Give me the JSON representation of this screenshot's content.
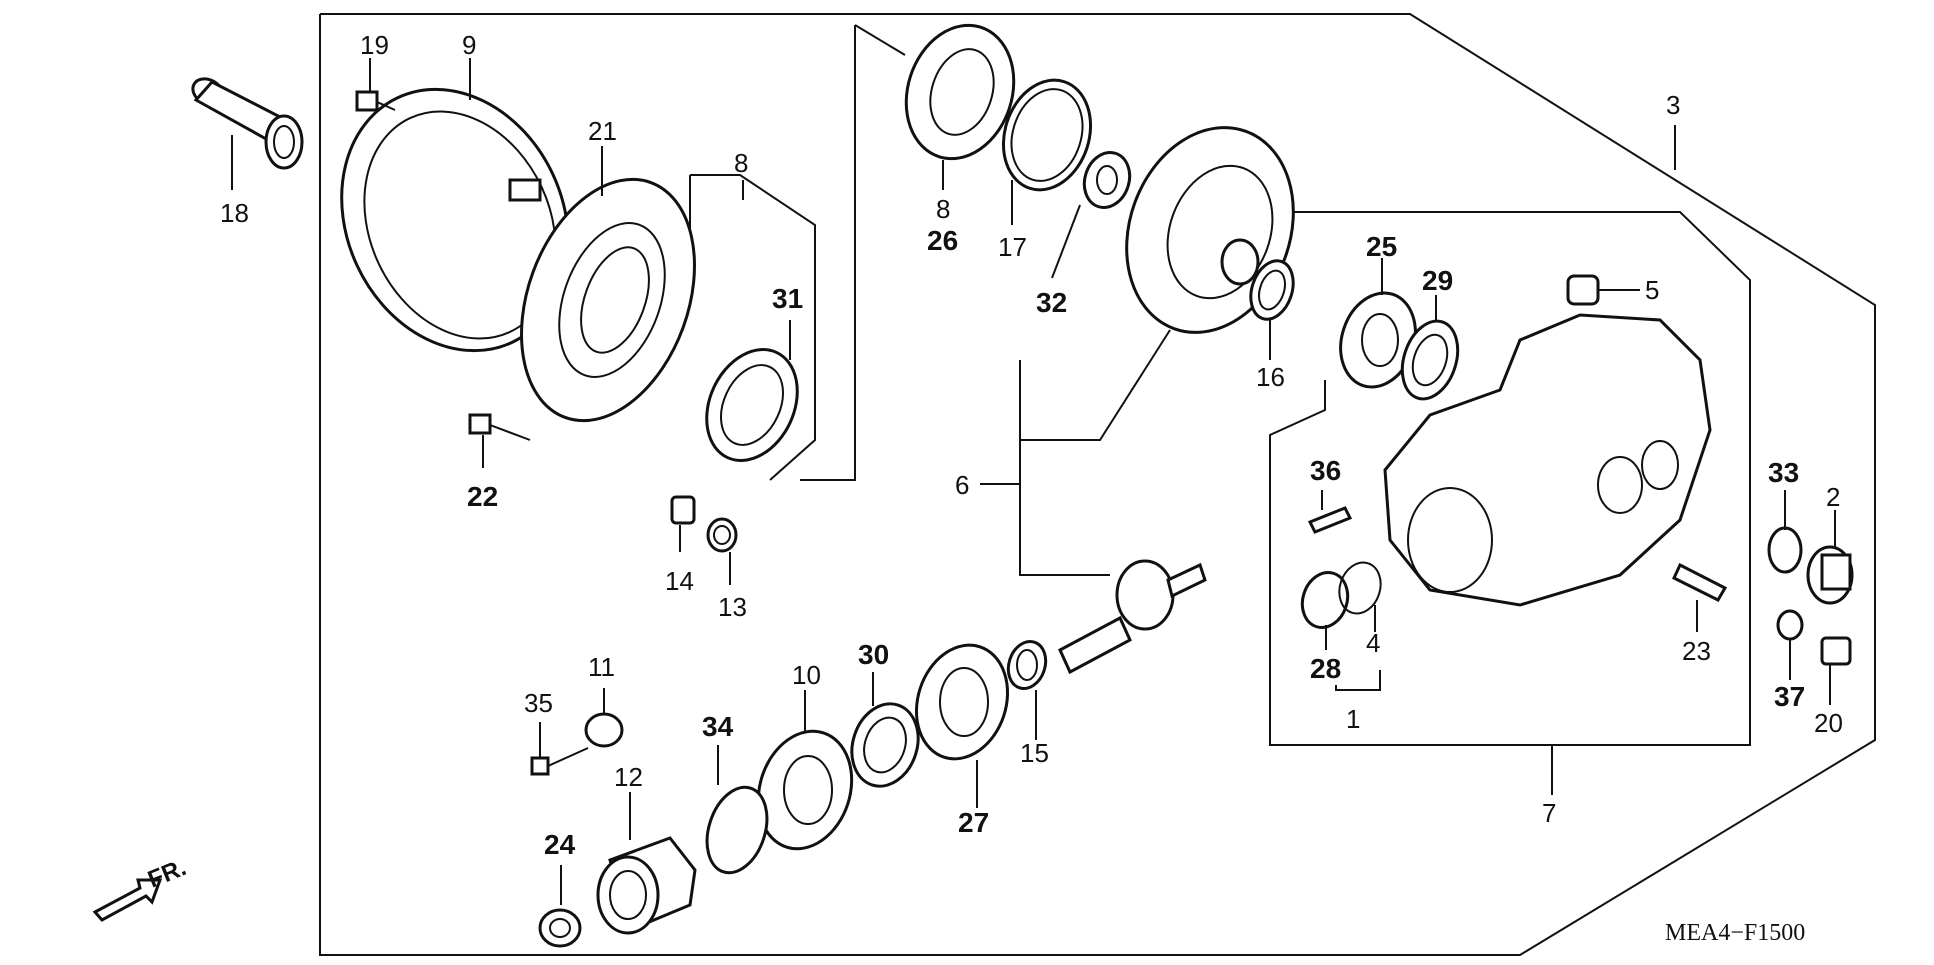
{
  "diagram": {
    "code": "MEA4−F1500",
    "direction_label": "FR.",
    "callouts": [
      {
        "id": "19",
        "text": "19"
      },
      {
        "id": "9",
        "text": "9"
      },
      {
        "id": "18",
        "text": "18"
      },
      {
        "id": "21",
        "text": "21"
      },
      {
        "id": "8a",
        "text": "8"
      },
      {
        "id": "31",
        "text": "31"
      },
      {
        "id": "22",
        "text": "22"
      },
      {
        "id": "14",
        "text": "14"
      },
      {
        "id": "13",
        "text": "13"
      },
      {
        "id": "8b",
        "text": "8"
      },
      {
        "id": "26",
        "text": "26"
      },
      {
        "id": "17",
        "text": "17"
      },
      {
        "id": "32",
        "text": "32"
      },
      {
        "id": "16",
        "text": "16"
      },
      {
        "id": "3",
        "text": "3"
      },
      {
        "id": "25",
        "text": "25"
      },
      {
        "id": "29",
        "text": "29"
      },
      {
        "id": "5",
        "text": "5"
      },
      {
        "id": "6",
        "text": "6"
      },
      {
        "id": "36",
        "text": "36"
      },
      {
        "id": "33",
        "text": "33"
      },
      {
        "id": "2",
        "text": "2"
      },
      {
        "id": "4",
        "text": "4"
      },
      {
        "id": "28",
        "text": "28"
      },
      {
        "id": "1",
        "text": "1"
      },
      {
        "id": "23",
        "text": "23"
      },
      {
        "id": "37",
        "text": "37"
      },
      {
        "id": "20",
        "text": "20"
      },
      {
        "id": "7",
        "text": "7"
      },
      {
        "id": "11",
        "text": "11"
      },
      {
        "id": "35",
        "text": "35"
      },
      {
        "id": "10",
        "text": "10"
      },
      {
        "id": "30",
        "text": "30"
      },
      {
        "id": "34",
        "text": "34"
      },
      {
        "id": "12",
        "text": "12"
      },
      {
        "id": "27",
        "text": "27"
      },
      {
        "id": "15",
        "text": "15"
      },
      {
        "id": "24",
        "text": "24"
      }
    ]
  }
}
